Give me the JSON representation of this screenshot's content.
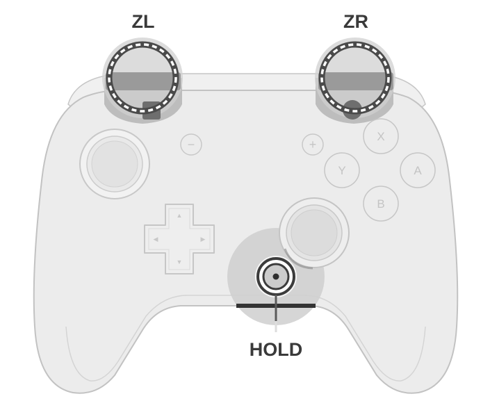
{
  "labels": {
    "zl": "ZL",
    "zr": "ZR",
    "hold": "HOLD"
  },
  "buttons": {
    "x": "X",
    "y": "Y",
    "a": "A",
    "b": "B",
    "minus": "−",
    "plus": "+"
  },
  "colors": {
    "controller_fill": "#ececec",
    "controller_outline": "#c2c2c2",
    "highlight": "#d6d6d6",
    "dark_highlight": "#4a4a4a",
    "callout_text": "#3a3a3a"
  },
  "icons": {
    "dpad_up": "▲",
    "dpad_down": "▼",
    "dpad_left": "◀",
    "dpad_right": "▶"
  }
}
